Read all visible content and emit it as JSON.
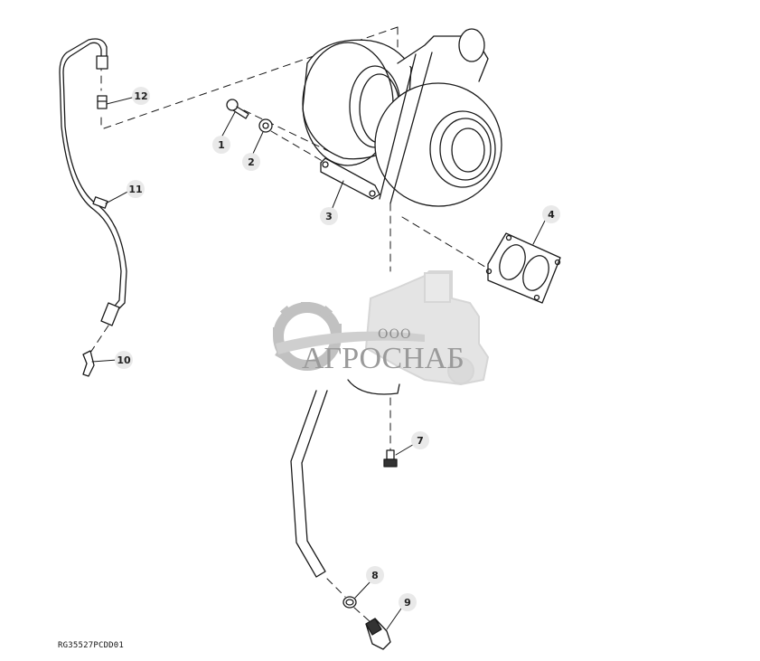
{
  "diagram": {
    "type": "exploded-parts-diagram",
    "subject": "turbocharger assembly",
    "figure_id": "RG35527PCDD01",
    "callouts": [
      {
        "id": "1",
        "label": "1"
      },
      {
        "id": "2",
        "label": "2"
      },
      {
        "id": "3",
        "label": "3"
      },
      {
        "id": "4",
        "label": "4"
      },
      {
        "id": "7",
        "label": "7"
      },
      {
        "id": "8",
        "label": "8"
      },
      {
        "id": "9",
        "label": "9"
      },
      {
        "id": "10",
        "label": "10"
      },
      {
        "id": "11",
        "label": "11"
      },
      {
        "id": "12",
        "label": "12"
      }
    ],
    "parts_depicted": [
      "cap-screw",
      "washer",
      "clamp",
      "gasket",
      "flange-bolt",
      "o-ring",
      "oil-return-nut",
      "elbow-fitting",
      "oil-supply-line",
      "straight-fitting",
      "turbocharger",
      "oil-return-tube"
    ]
  },
  "watermark": {
    "prefix": "ООО",
    "name": "АГРОСНАБ",
    "icons": [
      "gear-icon",
      "combine-harvester-icon"
    ]
  },
  "colors": {
    "line": "#1a1a1a",
    "callout_bg": "#e9e9e9",
    "watermark": "#9a9a9a"
  }
}
